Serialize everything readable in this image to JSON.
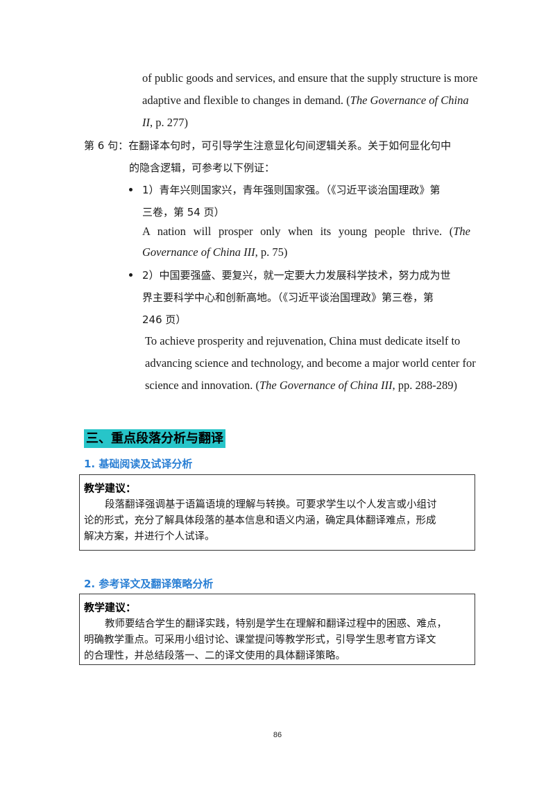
{
  "continuation": {
    "line1": "of public goods and services, and ensure that the supply structure is more",
    "line2_pre": "adaptive and flexible to changes in demand. (",
    "line2_title": "The Governance of China",
    "line3_title": "II",
    "line3_post": ", p. 277)"
  },
  "sentence6": {
    "line1": "第 6 句：在翻译本句时，可引导学生注意显化句间逻辑关系。关于如何显化句中",
    "line2": "的隐含逻辑，可参考以下例证："
  },
  "examples": [
    {
      "zh_line1": "1）青年兴则国家兴，青年强则国家强。（《习近平谈治国理政》第",
      "zh_line2": "三卷，第 54 页）",
      "en_line1_pre": "A nation will prosper only when its young people thrive. (",
      "en_line1_title": "The",
      "en_line2_title": "Governance of China III",
      "en_line2_post": ", p. 75)"
    },
    {
      "zh_line1": "2）中国要强盛、要复兴，就一定要大力发展科学技术，努力成为世",
      "zh_line2": "界主要科学中心和创新高地。（《习近平谈治国理政》第三卷，第",
      "zh_line3": "246 页）",
      "en_line1": "To achieve prosperity and rejuvenation, China must dedicate itself to",
      "en_line2": "advancing science and technology, and become a major world center for",
      "en_line3_pre": "science and innovation. (",
      "en_line3_title": "The Governance of China III",
      "en_line3_post": ", pp. 288-289)"
    }
  ],
  "section": {
    "title": "三、重点段落分析与翻译"
  },
  "sub1": {
    "heading": "1. 基础阅读及试译分析",
    "label": "教学建议：",
    "line1": "段落翻译强调基于语篇语境的理解与转换。可要求学生以个人发言或小组讨",
    "line2": "论的形式，充分了解具体段落的基本信息和语义内涵，确定具体翻译难点，形成",
    "line3": "解决方案，并进行个人试译。"
  },
  "sub2": {
    "heading": "2. 参考译文及翻译策略分析",
    "label": "教学建议：",
    "line1": "教师要结合学生的翻译实践，特别是学生在理解和翻译过程中的困惑、难点，",
    "line2": "明确教学重点。可采用小组讨论、课堂提问等教学形式，引导学生思考官方译文",
    "line3": "的合理性，并总结段落一、二的译文使用的具体翻译策略。"
  },
  "page_number": "86"
}
